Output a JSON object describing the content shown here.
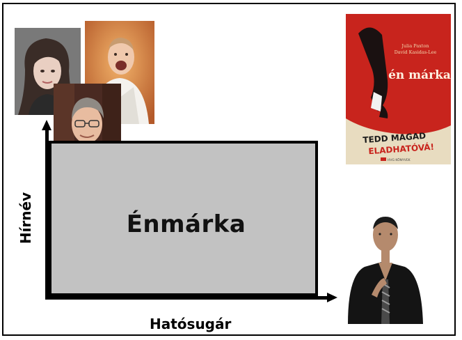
{
  "diagram": {
    "box_label": "Énmárka",
    "y_axis_label": "Hírnév",
    "x_axis_label": "Hatósugár"
  },
  "book_cover": {
    "authors_line1": "Julia Paxton",
    "authors_line2": "David Kasidas-Lee",
    "title": "én márka",
    "slogan_line1": "TEDD MAGAD",
    "slogan_line2": "ELADHATÓVÁ!",
    "publisher": "HVG KÖNYVEK"
  },
  "colors": {
    "box_fill": "#c2c2c2",
    "book_red": "#c8241d",
    "book_cream": "#e8dcc0"
  }
}
